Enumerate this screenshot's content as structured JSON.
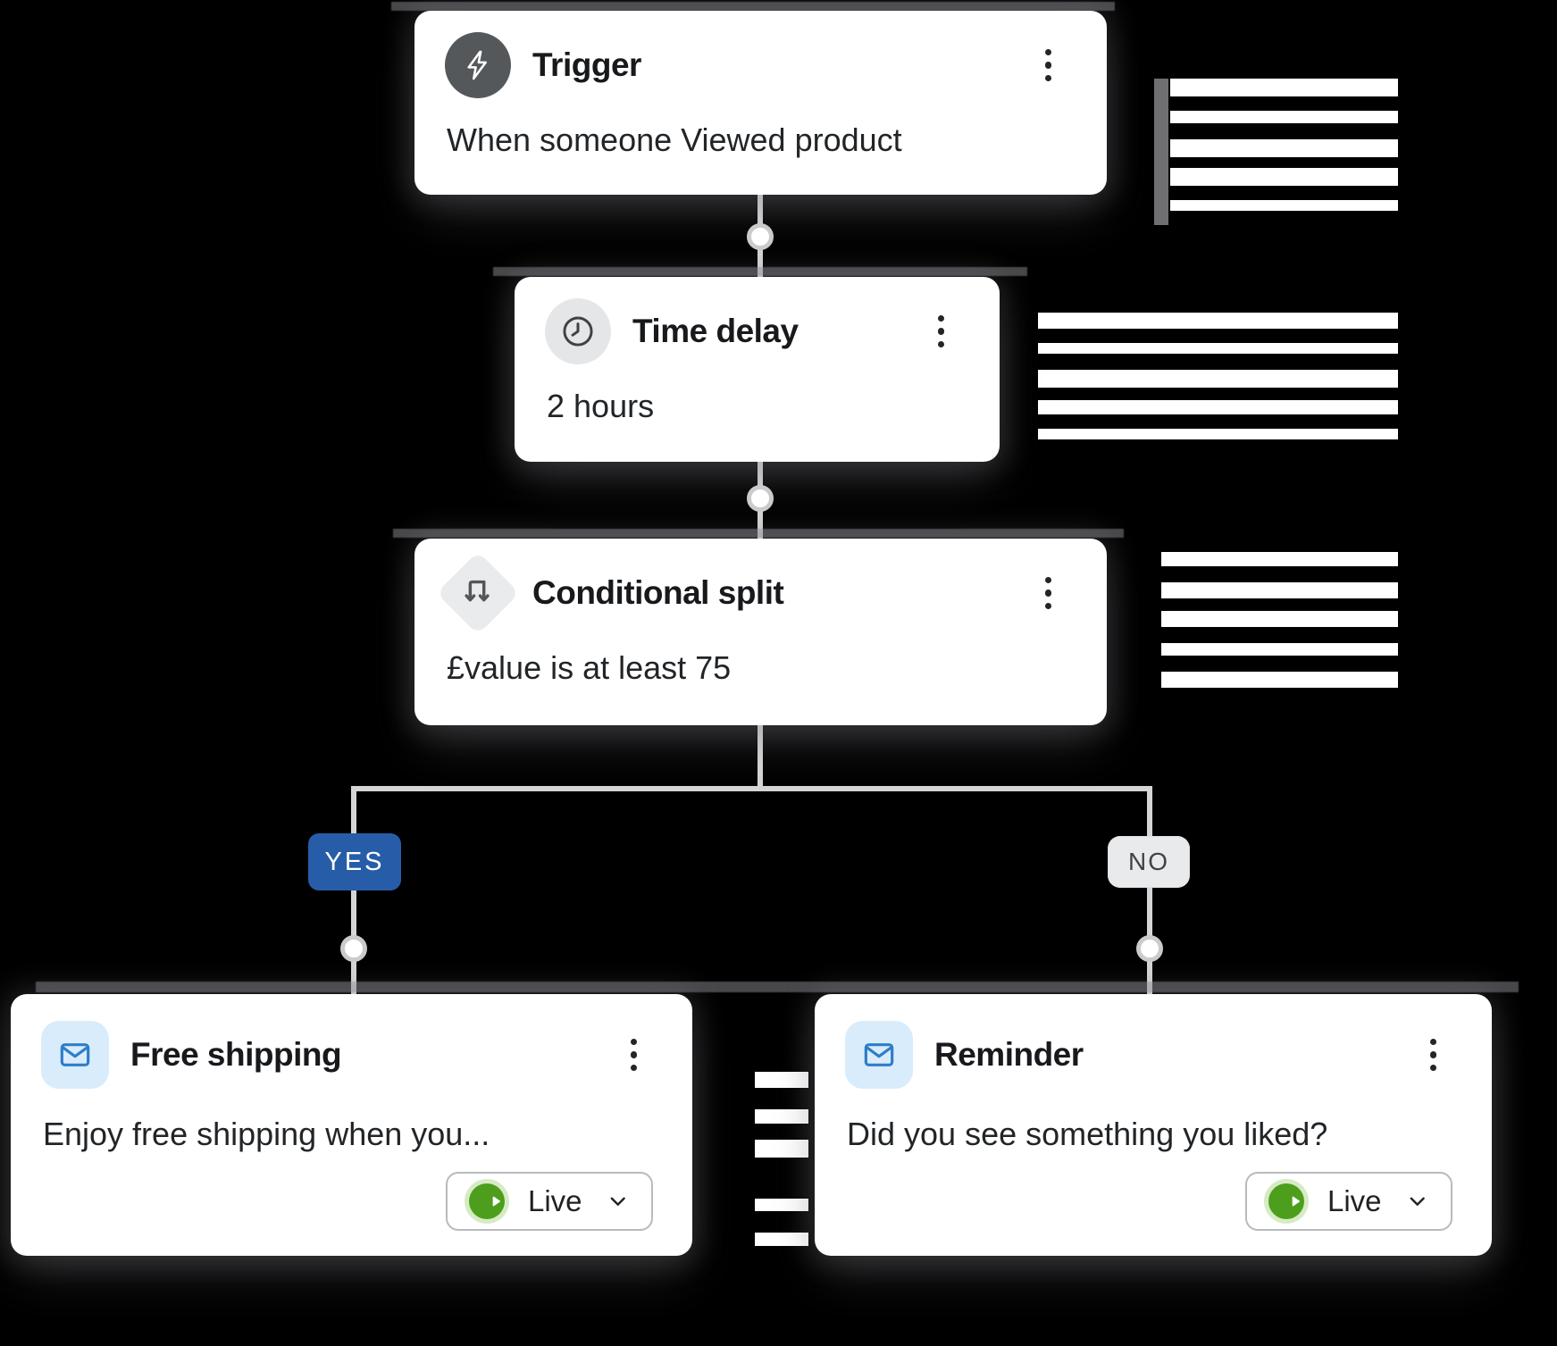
{
  "workflow": {
    "trigger": {
      "title": "Trigger",
      "description": "When someone Viewed product"
    },
    "time_delay": {
      "title": "Time delay",
      "description": "2 hours"
    },
    "conditional_split": {
      "title": "Conditional split",
      "description": "£value is at least 75"
    },
    "branch_yes_label": "YES",
    "branch_no_label": "NO",
    "free_shipping": {
      "title": "Free shipping",
      "description": "Enjoy free shipping when you...",
      "status_label": "Live"
    },
    "reminder": {
      "title": "Reminder",
      "description": "Did you see something you liked?",
      "status_label": "Live"
    }
  },
  "icons": {
    "trigger": "lightning-icon",
    "time_delay": "clock-icon",
    "conditional_split": "split-arrows-icon",
    "email": "envelope-icon",
    "status": "play-icon",
    "dropdown": "chevron-down-icon",
    "menu": "kebab-menu-icon"
  },
  "colors": {
    "background": "#000000",
    "card_background": "#ffffff",
    "title_text": "#17191c",
    "body_text": "#212528",
    "connector": "#d4d5d7",
    "node_ring": "#c9cbcd",
    "yes_badge": "#275da8",
    "yes_text": "#ffffff",
    "no_badge": "#e9eaeb",
    "no_text": "#404345",
    "trigger_icon_bg": "#55585b",
    "delay_icon_bg": "#e5e6e8",
    "split_icon_bg": "#e9ebed",
    "email_icon_bg": "#d9ecfb",
    "email_icon_stroke": "#2e7dc8",
    "live_green": "#4d9e1d",
    "live_button_border": "#b8babc"
  }
}
